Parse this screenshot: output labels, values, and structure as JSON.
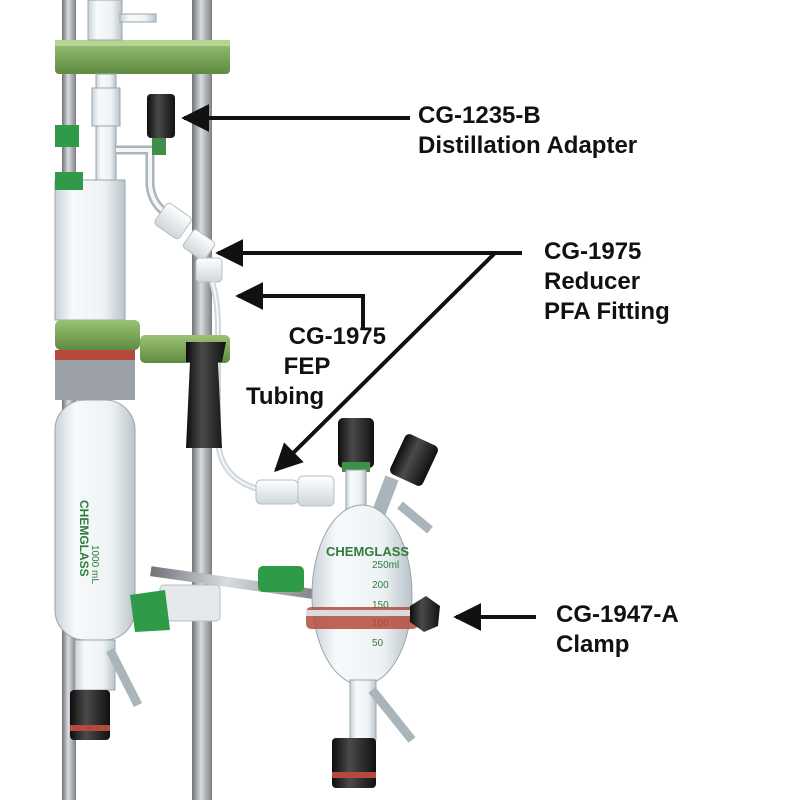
{
  "labels": {
    "distillation_adapter": [
      "CG-1235-B",
      "Distillation Adapter"
    ],
    "reducer_fitting": [
      "CG-1975",
      "Reducer",
      "PFA Fitting"
    ],
    "fep_tubing": [
      "CG-1975",
      "FEP",
      "Tubing"
    ],
    "clamp": [
      "CG-1947-A",
      "Clamp"
    ]
  },
  "markings": {
    "brand": "CHEMGLASS",
    "small_flask_scale": [
      "250ml",
      "200",
      "150",
      "100",
      "50"
    ],
    "vessel_scale": [
      "1000 mL"
    ]
  },
  "colors": {
    "label_text": "#111111",
    "arrow": "#111111",
    "support_green": "#7aa457",
    "cap_black": "#1c1c1c",
    "rod_gray": "#9a9ea3",
    "fitting_white": "#f2f4f5",
    "gasket_red": "#b54a3c",
    "knob_green": "#2f9a47"
  }
}
